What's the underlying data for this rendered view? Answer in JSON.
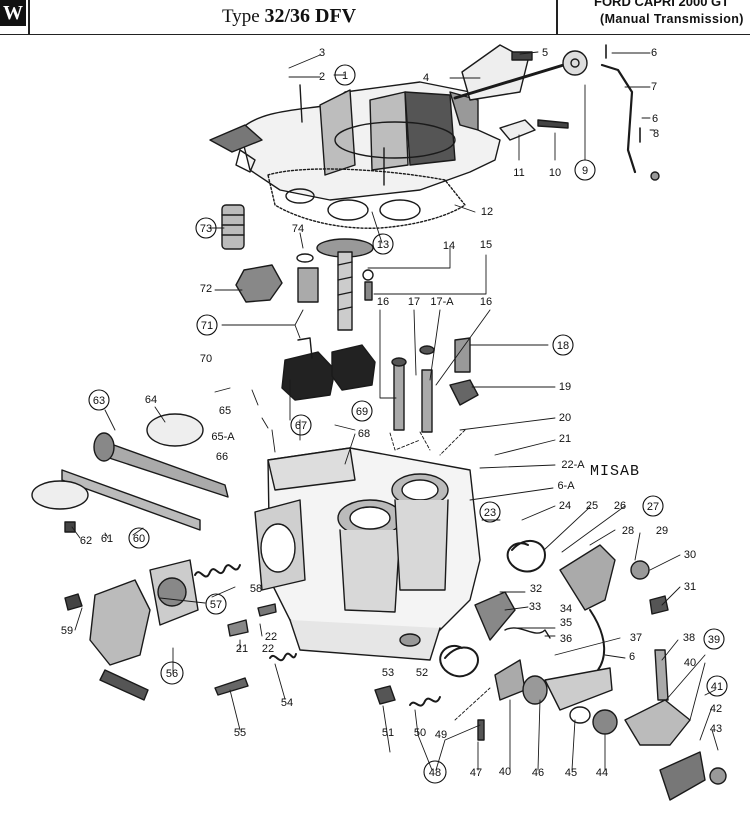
{
  "header": {
    "logo_letter": "W",
    "type_prefix": "Type",
    "type_value": "32/36 DFV",
    "model": "FORD CAPRI 2000 GT",
    "transmission": "(Manual Transmission)"
  },
  "watermark": "MISAB",
  "part_labels": [
    "1",
    "2",
    "3",
    "4",
    "5",
    "6",
    "6",
    "6",
    "6-A",
    "7",
    "8",
    "9",
    "10",
    "11",
    "12",
    "13",
    "14",
    "15",
    "16",
    "16",
    "17",
    "17-A",
    "18",
    "19",
    "20",
    "21",
    "21",
    "22",
    "22",
    "22-A",
    "23",
    "24",
    "25",
    "26",
    "27",
    "28",
    "29",
    "30",
    "31",
    "32",
    "33",
    "34",
    "35",
    "36",
    "37",
    "38",
    "39",
    "40",
    "40",
    "41",
    "42",
    "43",
    "44",
    "45",
    "46",
    "47",
    "48",
    "49",
    "50",
    "51",
    "52",
    "53",
    "54",
    "55",
    "56",
    "57",
    "58",
    "59",
    "60",
    "61",
    "62",
    "63",
    "64",
    "65",
    "65-A",
    "66",
    "67",
    "68",
    "69",
    "70",
    "71",
    "72",
    "73",
    "74"
  ],
  "circled_labels": [
    "1",
    "9",
    "13",
    "18",
    "23",
    "27",
    "39",
    "41",
    "48",
    "56",
    "57",
    "60",
    "63",
    "67",
    "69",
    "71",
    "73"
  ]
}
